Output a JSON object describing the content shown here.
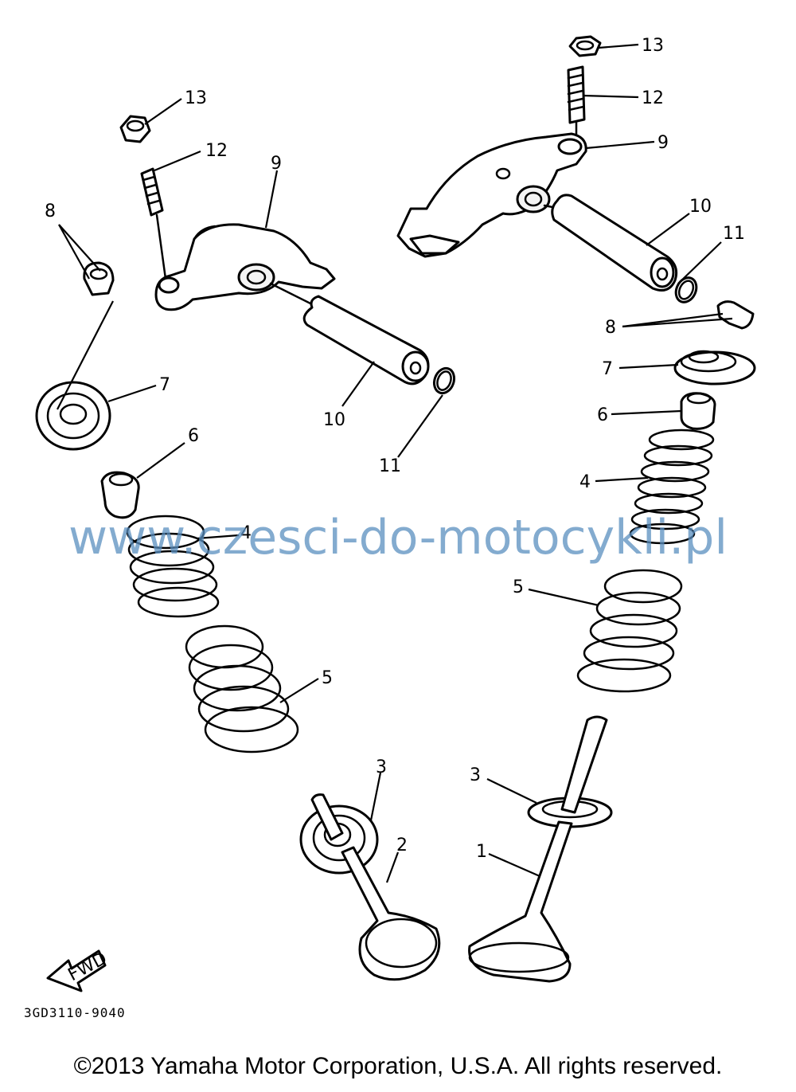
{
  "diagram": {
    "drawing_number": "3GD3110-9040",
    "watermark": "www.czesci-do-motocykli.pl",
    "copyright": "©2013 Yamaha Motor Corporation, U.S.A. All rights reserved.",
    "fwd_label": "FWD",
    "callouts": {
      "left": {
        "c13": "13",
        "c12": "12",
        "c9": "9",
        "c8": "8",
        "c7": "7",
        "c6": "6",
        "c4": "4",
        "c5": "5",
        "c10": "10",
        "c11": "11",
        "c3": "3",
        "c2": "2"
      },
      "right": {
        "c13": "13",
        "c12": "12",
        "c9": "9",
        "c10": "10",
        "c11": "11",
        "c8": "8",
        "c7": "7",
        "c6": "6",
        "c4": "4",
        "c5": "5",
        "c3": "3",
        "c1": "1"
      }
    }
  }
}
